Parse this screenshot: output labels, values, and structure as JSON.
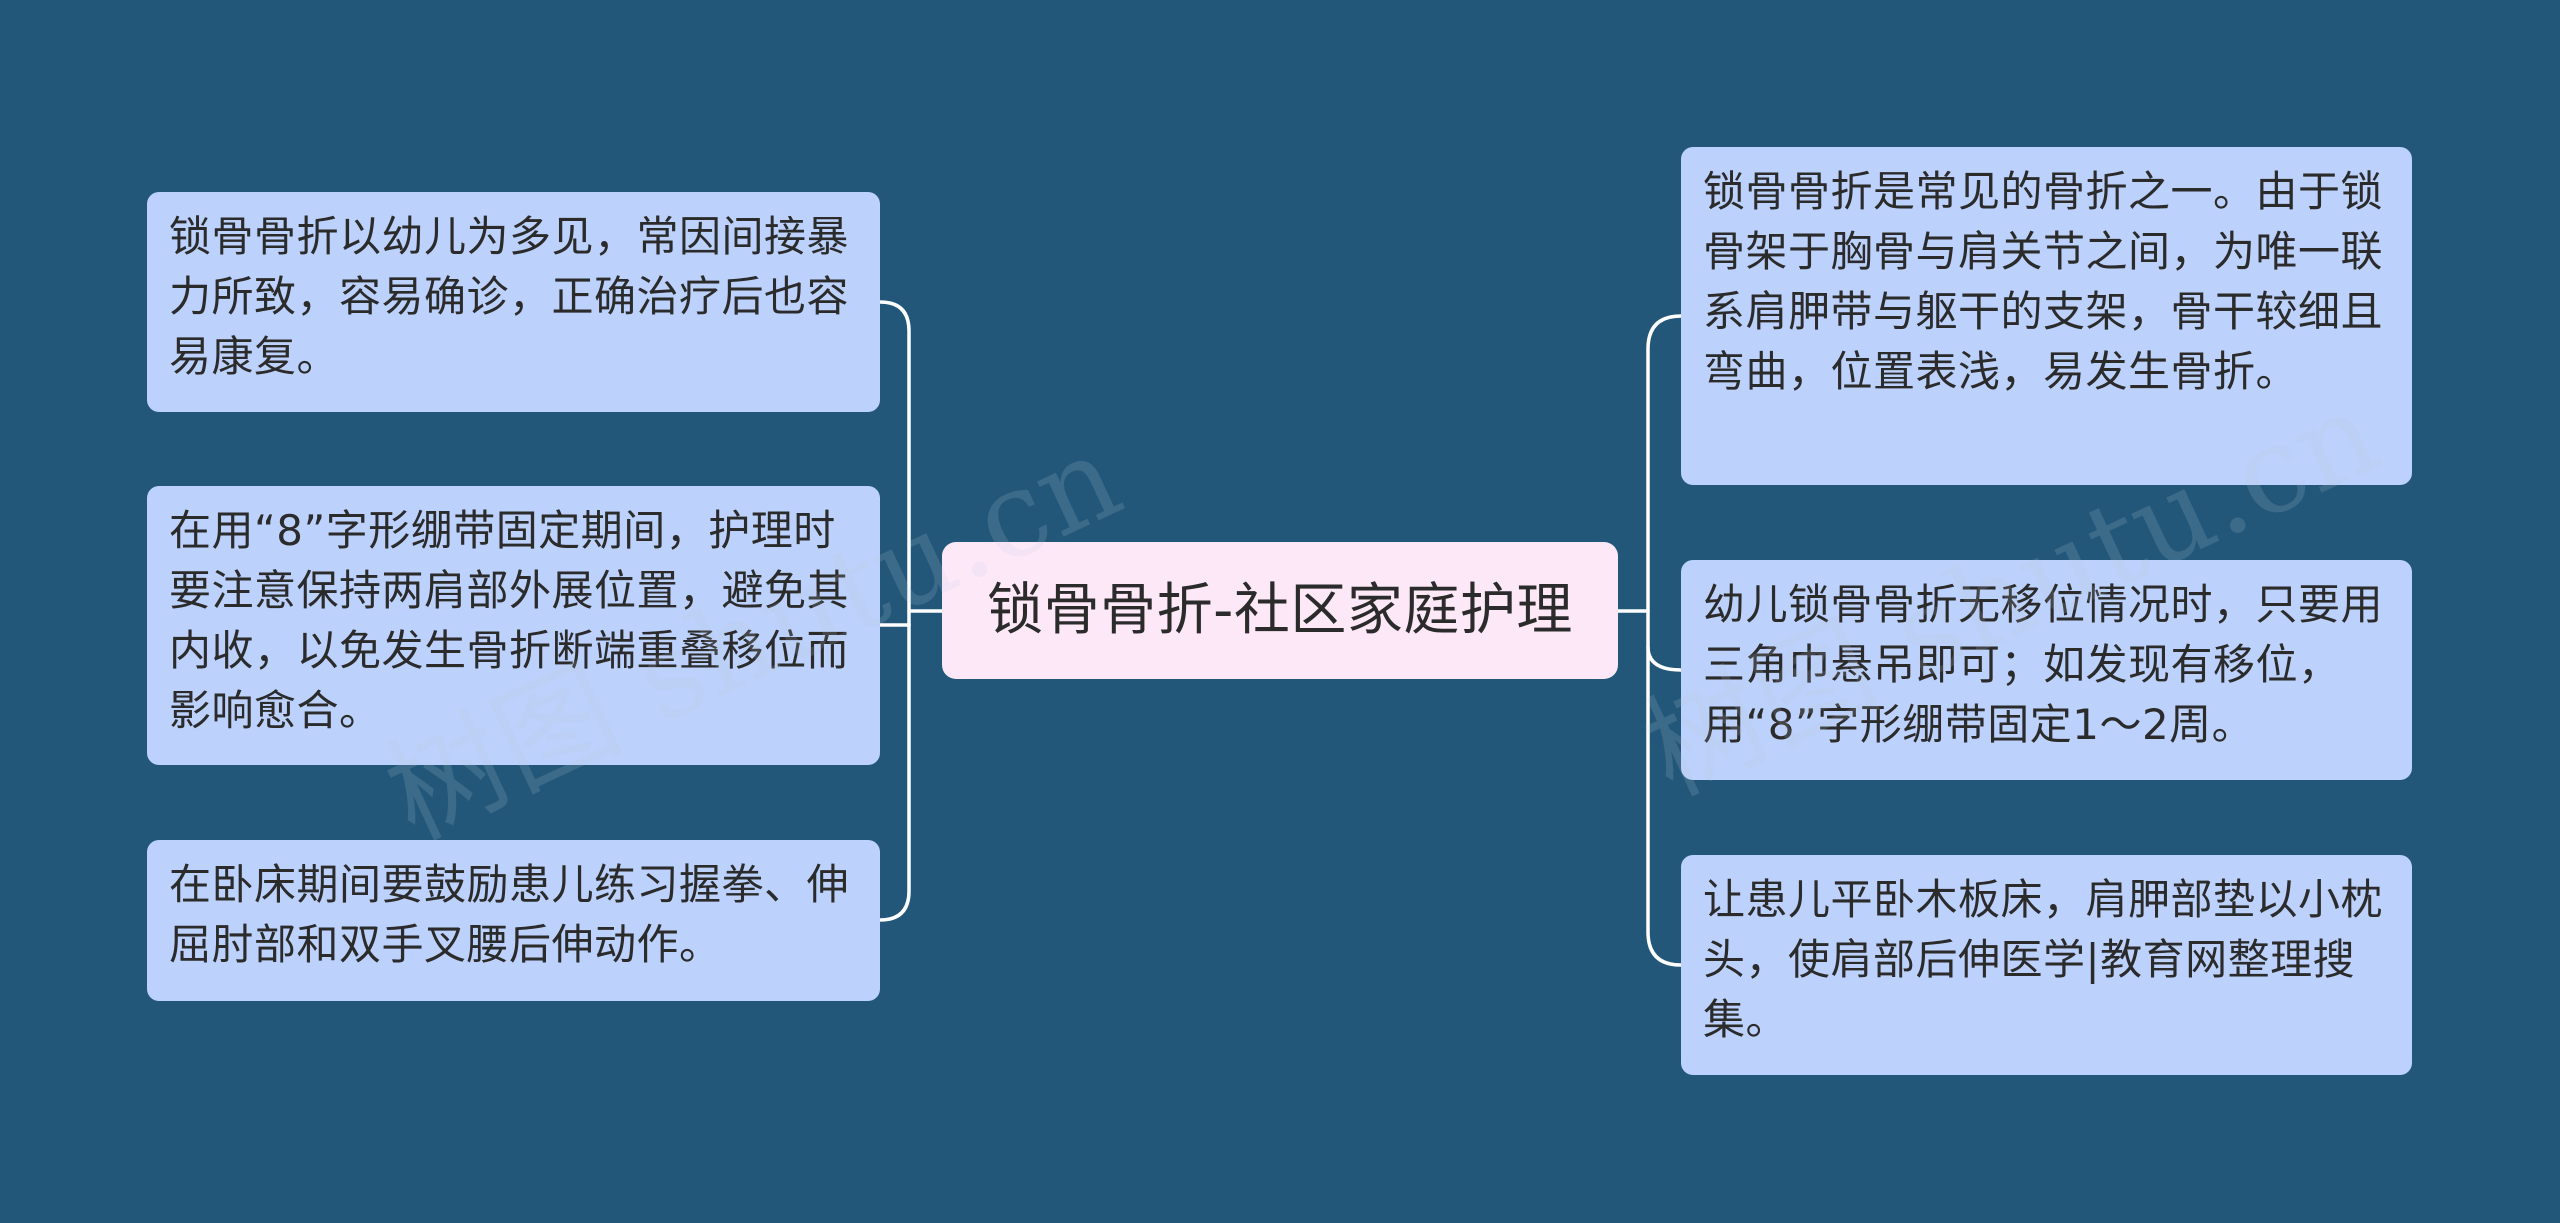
{
  "root": {
    "label": "锁骨骨折-社区家庭护理"
  },
  "left_nodes": [
    {
      "text": "锁骨骨折以幼儿为多见，常因间接暴力所致，容易确诊，正确治疗后也容易康复。"
    },
    {
      "text": "在用“8”字形绷带固定期间，护理时要注意保持两肩部外展位置，避免其内收，以免发生骨折断端重叠移位而影响愈合。"
    },
    {
      "text": "在卧床期间要鼓励患儿练习握拳、伸屈肘部和双手叉腰后伸动作。"
    }
  ],
  "right_nodes": [
    {
      "text": "锁骨骨折是常见的骨折之一。由于锁骨架于胸骨与肩关节之间，为唯一联系肩胛带与躯干的支架，骨干较细且弯曲，位置表浅，易发生骨折。"
    },
    {
      "text": "幼儿锁骨骨折无移位情况时，只要用三角巾悬吊即可；如发现有移位，用“8”字形绷带固定1～2周。"
    },
    {
      "text": "让患儿平卧木板床，肩胛部垫以小枕头，使肩部后伸医学|教育网整理搜集。"
    }
  ],
  "watermarks": [
    "树图 shutu.cn",
    "树图 shutu.cn"
  ],
  "colors": {
    "background": "#235779",
    "root_fill": "#fde8f8",
    "node_fill": "#bcd1fb",
    "connector": "#ffffff",
    "text": "#2b2b2b"
  }
}
